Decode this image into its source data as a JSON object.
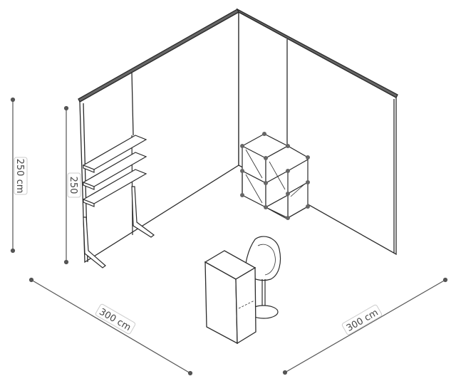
{
  "dimensions": {
    "height_outer_label": "250 cm",
    "height_inner_label": "250",
    "width_left_label": "300 cm",
    "width_right_label": "300 cm"
  },
  "colors": {
    "line": "#2b2b2b",
    "dim_line": "#555555",
    "label_bg": "#ffffff",
    "label_border": "#cccccc"
  }
}
